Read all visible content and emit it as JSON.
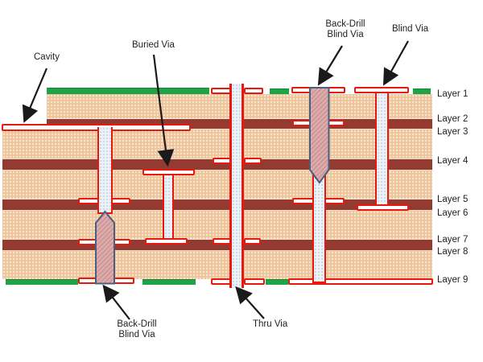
{
  "diagram": {
    "annotations": {
      "cavity": "Cavity",
      "buried_via": "Buried Via",
      "back_drill_top_line1": "Back-Drill",
      "back_drill_top_line2": "Blind Via",
      "blind_via_top": "Blind Via",
      "back_drill_bottom_line1": "Back-Drill",
      "back_drill_bottom_line2": "Blind Via",
      "thru_via": "Thru Via"
    },
    "layer_labels": [
      "Layer 1",
      "Layer 2",
      "Layer 3",
      "Layer 4",
      "Layer 5",
      "Layer 6",
      "Layer 7",
      "Layer 8",
      "Layer 9"
    ],
    "colors": {
      "dielectric_tan": "#EFC69C",
      "copper_plane_maroon": "#953A31",
      "solder_mask_green": "#1EA346",
      "via_plating_red": "#E8180C",
      "via_barrel_fill": "#ECF1F6",
      "backdrill_fill": "#DCABAB",
      "backdrill_outline": "#4A5E80",
      "annotation_text": "#1F1F1F",
      "background": "#FFFFFF"
    }
  }
}
